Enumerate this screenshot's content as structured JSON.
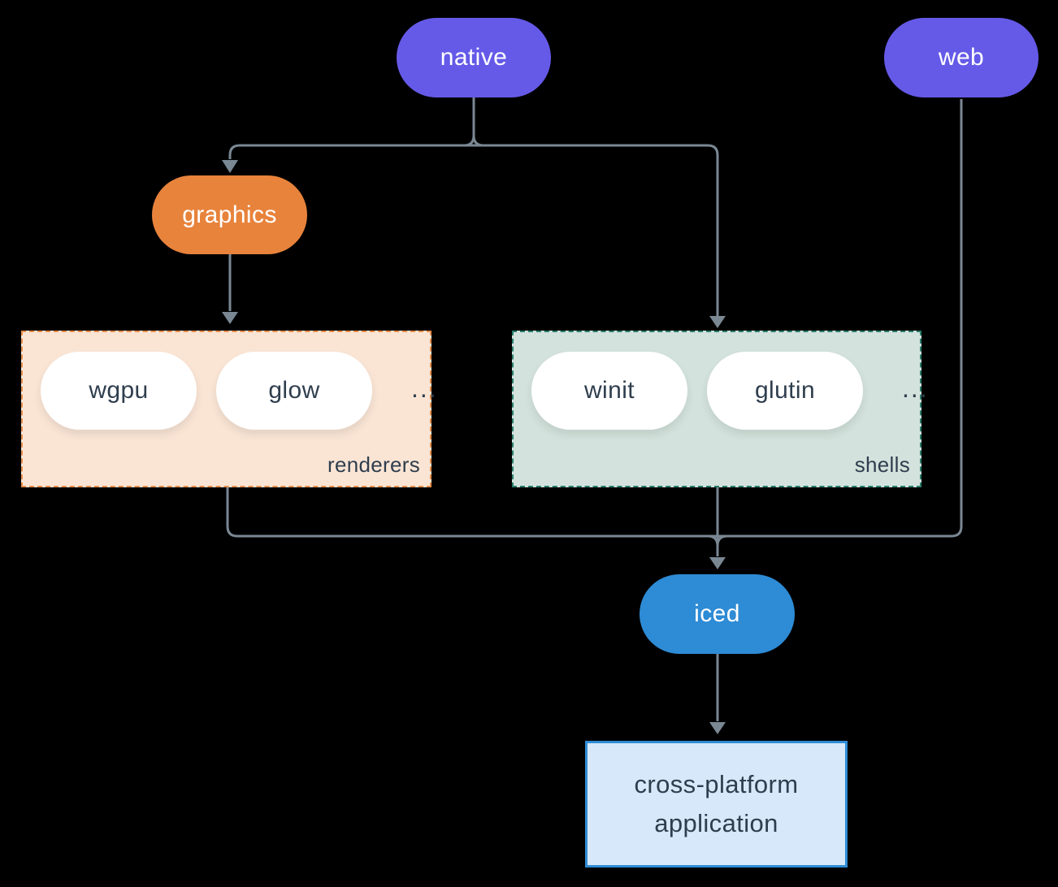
{
  "nodes": {
    "native": {
      "label": "native"
    },
    "web": {
      "label": "web"
    },
    "graphics": {
      "label": "graphics"
    },
    "iced": {
      "label": "iced"
    },
    "app": {
      "lines": [
        "cross-platform",
        "application"
      ]
    }
  },
  "groups": {
    "renderers": {
      "label": "renderers",
      "items": [
        "wgpu",
        "glow"
      ],
      "ellipsis": "..."
    },
    "shells": {
      "label": "shells",
      "items": [
        "winit",
        "glutin"
      ],
      "ellipsis": "..."
    }
  },
  "colors": {
    "platform_pill": "#655AE8",
    "graphics_pill": "#E8833C",
    "iced_pill": "#2E8BD5",
    "renderers_fill": "#FAE5D5",
    "renderers_border": "#E78F4D",
    "shells_fill": "#D3E2DC",
    "shells_border": "#2A7D6C",
    "app_fill": "#D6E8F9",
    "app_border": "#2E8BD5",
    "edge": "#7A8894",
    "text_dark": "#2F3E4E",
    "text_light": "#FFFFFF",
    "background": "#000000"
  }
}
